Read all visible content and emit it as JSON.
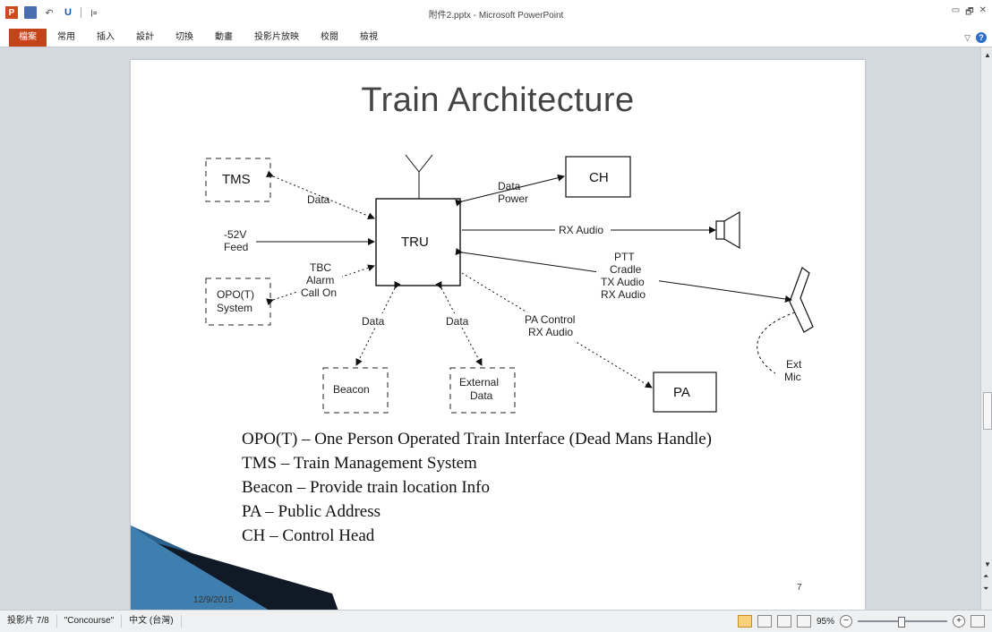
{
  "window": {
    "title": "附件2.pptx - Microsoft PowerPoint",
    "controls": [
      "▭",
      "🗗",
      "✕"
    ]
  },
  "qat": {
    "app_icon": "P",
    "undo": "↶",
    "redo": "U",
    "customize": "|="
  },
  "ribbon": {
    "tabs": [
      "檔案",
      "常用",
      "插入",
      "設計",
      "切換",
      "動畫",
      "投影片放映",
      "校閱",
      "檢視"
    ],
    "minimize": "▽",
    "help": "?"
  },
  "slide": {
    "title": "Train Architecture",
    "diagram": {
      "tms": "TMS",
      "ch": "CH",
      "tru": "TRU",
      "pa": "PA",
      "opo_line1": "OPO(T)",
      "opo_line2": "System",
      "beacon": "Beacon",
      "external_line1": "External",
      "external_line2": "Data",
      "data_tms": "Data",
      "data_ch_line1": "Data",
      "data_ch_line2": "Power",
      "rx_audio": "RX Audio",
      "feed_line1": "-52V",
      "feed_line2": "Feed",
      "tbc_line1": "TBC",
      "tbc_line2": "Alarm",
      "tbc_line3": "Call On",
      "ptt_line1": "PTT",
      "ptt_line2": "Cradle",
      "ptt_line3": "TX Audio",
      "ptt_line4": "RX Audio",
      "data_beacon": "Data",
      "data_external": "Data",
      "pa_line1": "PA Control",
      "pa_line2": "RX Audio",
      "ext_mic_line1": "Ext",
      "ext_mic_line2": "Mic"
    },
    "legend": [
      "OPO(T) – One Person Operated Train Interface (Dead Mans Handle)",
      "TMS – Train Management System",
      "Beacon – Provide train location Info",
      "PA – Public Address",
      "CH – Control Head"
    ],
    "date": "12/9/2015",
    "number": "7"
  },
  "statusbar": {
    "slide_pos": "投影片 7/8",
    "theme": "\"Concourse\"",
    "language": "中文 (台灣)",
    "zoom": "95%",
    "zoom_fraction": 0.48
  }
}
